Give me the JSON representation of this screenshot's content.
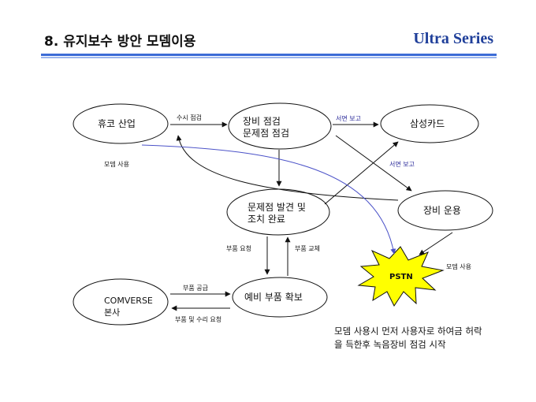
{
  "header": {
    "title": "8. 유지보수 방안 모뎀이용",
    "brand": "Ultra Series"
  },
  "nodes": {
    "hyuko": "휴코 산업",
    "equipment_check": "장비 점검\n문제점 점검",
    "samsung_card": "삼성카드",
    "problem_found": "문제점 발견 및\n조치 완료",
    "equipment_operation": "장비 운용",
    "pstn": "PSTN",
    "comverse": "COMVERSE\n본사",
    "spare_parts": "예비 부품 확보"
  },
  "edges": {
    "ad_hoc_check": "수시 점검",
    "written_report_1": "서면 보고",
    "written_report_2": "서면 보고",
    "modem_use_1": "모뎀 사용",
    "modem_use_2": "모뎀 사용",
    "parts_request": "부품 요청",
    "parts_replace": "부품 교체",
    "parts_supply": "부품 공급",
    "parts_repair_request": "부품 및 수리 요청"
  },
  "note": "모뎀 사용시 먼저 사용자로 하여금 허락\n을 득한후 녹음장비 점검 시작",
  "colors": {
    "brand": "#1f3f9a",
    "rule": "#3c6bd6",
    "pstn_fill": "#ffff00",
    "blue_edge": "#4b52c8"
  }
}
